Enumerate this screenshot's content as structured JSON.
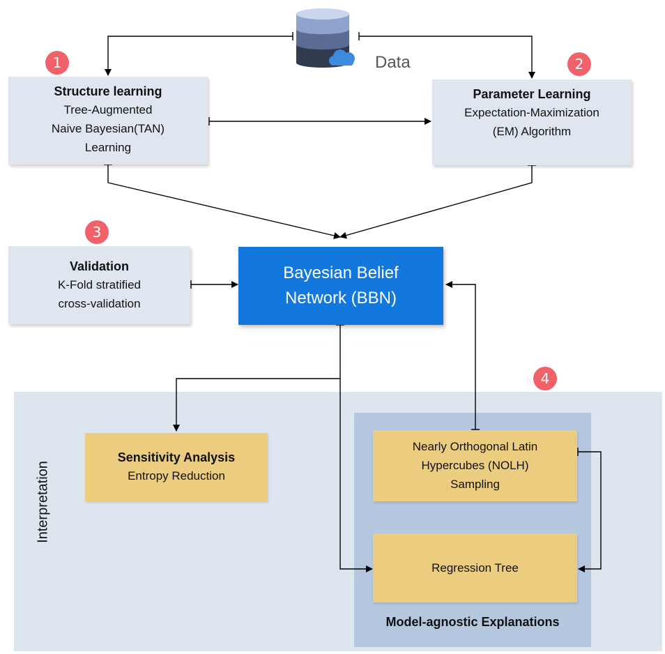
{
  "data_label": "Data",
  "badges": [
    "1",
    "2",
    "3",
    "4"
  ],
  "structure": {
    "title": "Structure learning",
    "lines": [
      "Tree-Augmented",
      "Naive Bayesian(TAN)",
      "Learning"
    ]
  },
  "parameter": {
    "title": "Parameter Learning",
    "lines": [
      "Expectation-Maximization",
      "(EM) Algorithm"
    ]
  },
  "validation": {
    "title": "Validation",
    "lines": [
      "K-Fold stratified",
      "cross-validation"
    ]
  },
  "bbn": {
    "lines": [
      "Bayesian Belief",
      "Network (BBN)"
    ]
  },
  "interpretation_label": "Interpretation",
  "sensitivity": {
    "title": "Sensitivity Analysis",
    "lines": [
      "Entropy Reduction"
    ]
  },
  "nolh": {
    "lines": [
      "Nearly Orthogonal Latin",
      "Hypercubes (NOLH)",
      "Sampling"
    ]
  },
  "regression_tree": "Regression Tree",
  "model_agnostic_label": "Model-agnostic Explanations",
  "colors": {
    "bbn_fill": "#1278de",
    "light_box": "#dfe6ef",
    "yellow_box": "#eccc7e",
    "badge": "#f0616a",
    "interp_panel": "#dde5ef",
    "mae_panel": "#b4c7de"
  }
}
